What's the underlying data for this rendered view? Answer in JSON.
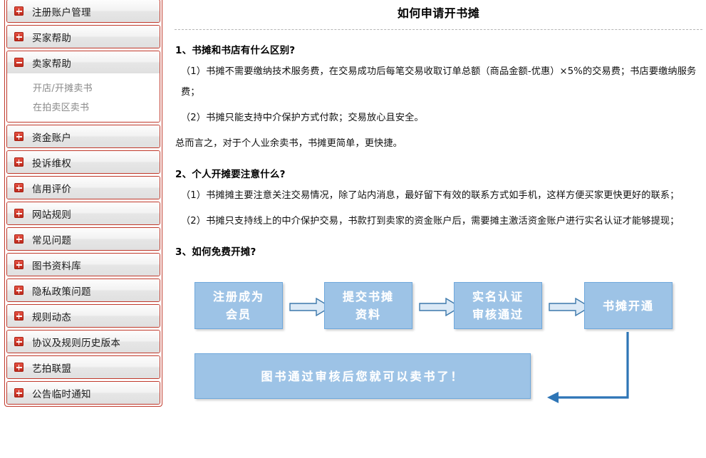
{
  "sidebar": {
    "groups": [
      {
        "label": "注册账户管理",
        "icon": "plus-icon",
        "expanded": false,
        "sub": []
      },
      {
        "label": "买家帮助",
        "icon": "plus-icon",
        "expanded": false,
        "sub": []
      },
      {
        "label": "卖家帮助",
        "icon": "minus-icon",
        "expanded": true,
        "sub": [
          "开店/开摊卖书",
          "在拍卖区卖书"
        ]
      },
      {
        "label": "资金账户",
        "icon": "plus-icon",
        "expanded": false,
        "sub": []
      },
      {
        "label": "投诉维权",
        "icon": "plus-icon",
        "expanded": false,
        "sub": []
      },
      {
        "label": "信用评价",
        "icon": "plus-icon",
        "expanded": false,
        "sub": []
      },
      {
        "label": "网站规则",
        "icon": "plus-icon",
        "expanded": false,
        "sub": []
      },
      {
        "label": "常见问题",
        "icon": "plus-icon",
        "expanded": false,
        "sub": []
      },
      {
        "label": "图书资料库",
        "icon": "plus-icon",
        "expanded": false,
        "sub": []
      },
      {
        "label": "隐私政策问题",
        "icon": "plus-icon",
        "expanded": false,
        "sub": []
      },
      {
        "label": "规则动态",
        "icon": "plus-icon",
        "expanded": false,
        "sub": []
      },
      {
        "label": "协议及规则历史版本",
        "icon": "plus-icon",
        "expanded": false,
        "sub": []
      },
      {
        "label": "艺拍联盟",
        "icon": "plus-icon",
        "expanded": false,
        "sub": []
      },
      {
        "label": "公告临时通知",
        "icon": "plus-icon",
        "expanded": false,
        "sub": []
      }
    ]
  },
  "main": {
    "title": "如何申请开书摊",
    "sections": [
      {
        "heading": "1、书摊和书店有什么区别?",
        "paragraphs": [
          "（1）书摊不需要缴纳技术服务费，在交易成功后每笔交易收取订单总额（商品金额-优惠）×5%的交易费；书店要缴纳服务费；",
          "（2）书摊只能支持中介保护方式付款；交易放心且安全。",
          "总而言之，对于个人业余卖书，书摊更简单，更快捷。"
        ]
      },
      {
        "heading": "2、个人开摊要注意什么?",
        "paragraphs": [
          "（1）书摊摊主要注意关注交易情况，除了站内消息，最好留下有效的联系方式如手机，这样方便买家更快更好的联系；",
          "（2）书摊只支持线上的中介保护交易，书款打到卖家的资金账户后，需要摊主激活资金账户进行实名认证才能够提现；"
        ]
      },
      {
        "heading": "3、如何免费开摊?",
        "paragraphs": []
      }
    ]
  },
  "flowchart": {
    "boxes": [
      {
        "id": "box-register",
        "lines": [
          "注册成为",
          "会员"
        ]
      },
      {
        "id": "box-submit",
        "lines": [
          "提交书摊",
          "资料"
        ]
      },
      {
        "id": "box-verify",
        "lines": [
          "实名认证",
          "审核通过"
        ]
      },
      {
        "id": "box-open",
        "lines": [
          "书摊开通"
        ]
      },
      {
        "id": "box-result",
        "lines": [
          "图书通过审核后您就可以卖书了！"
        ]
      }
    ],
    "colors": {
      "box_fill": "#9dc3e6",
      "box_border": "#6fa8dc",
      "box_text": "#ffffff",
      "arrow_fill": "#dbe9f6",
      "arrow_stroke": "#3c78ab",
      "loop_stroke": "#2e75b6"
    }
  },
  "colors": {
    "sidebar_border": "#c0392b",
    "sidebar_icon": "#d23b2c",
    "sub_item_text": "#8a8a8a",
    "rule": "#b5b5b5"
  }
}
